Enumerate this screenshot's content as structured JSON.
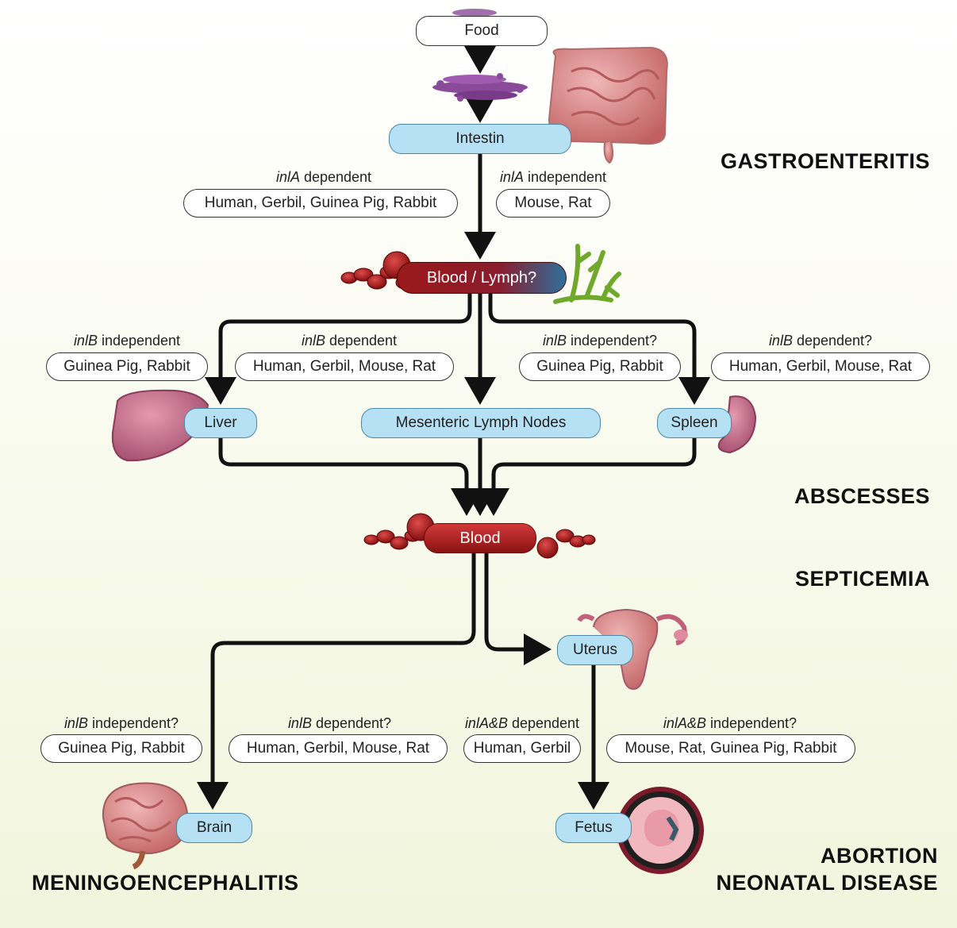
{
  "nodes": {
    "food": "Food",
    "intestin": "Intestin",
    "blood_lymph": "Blood / Lymph?",
    "liver": "Liver",
    "mln": "Mesenteric Lymph Nodes",
    "spleen": "Spleen",
    "blood": "Blood",
    "uterus": "Uterus",
    "brain": "Brain",
    "fetus": "Fetus"
  },
  "branches": {
    "intestine_left": {
      "gene": "inlA",
      "dep": " dependent",
      "hosts": "Human, Gerbil, Guinea Pig, Rabbit"
    },
    "intestine_right": {
      "gene": "inlA",
      "dep": " independent",
      "hosts": "Mouse, Rat"
    },
    "liver": {
      "gene": "inlB",
      "dep": " independent",
      "hosts": "Guinea Pig, Rabbit"
    },
    "mln": {
      "gene": "inlB",
      "dep": " dependent",
      "hosts": "Human, Gerbil, Mouse, Rat"
    },
    "spleen_left": {
      "gene": "inlB",
      "dep": " independent?",
      "hosts": "Guinea Pig, Rabbit"
    },
    "spleen_right": {
      "gene": "inlB",
      "dep": " dependent?",
      "hosts": "Human, Gerbil, Mouse, Rat"
    },
    "brain_left": {
      "gene": "inlB",
      "dep": " independent?",
      "hosts": "Guinea Pig, Rabbit"
    },
    "brain_right": {
      "gene": "inlB",
      "dep": " dependent?",
      "hosts": "Human, Gerbil, Mouse, Rat"
    },
    "fetus_left": {
      "gene": "inlA&B",
      "dep": " dependent",
      "hosts": "Human, Gerbil"
    },
    "fetus_right": {
      "gene": "inlA&B",
      "dep": " independent?",
      "hosts": "Mouse, Rat, Guinea Pig, Rabbit"
    }
  },
  "diseases": {
    "gastroenteritis": "GASTROENTERITIS",
    "abscesses": "ABSCESSES",
    "septicemia": "SEPTICEMIA",
    "meningoencephalitis": "MENINGOENCEPHALITIS",
    "abortion": "ABORTION",
    "neonatal": "NEONATAL DISEASE"
  },
  "illustrations": [
    "food-particles",
    "intestine-icon",
    "red-blood-cells",
    "lymph-vessel-icon",
    "liver-icon",
    "spleen-icon",
    "uterus-icon",
    "brain-icon",
    "fetus-icon"
  ],
  "colors": {
    "node_blue": "#b6e0f3",
    "blood_red": "#b01f1f",
    "lymph_green": "#6fa82a",
    "organ_pink": "#d98a8a"
  }
}
